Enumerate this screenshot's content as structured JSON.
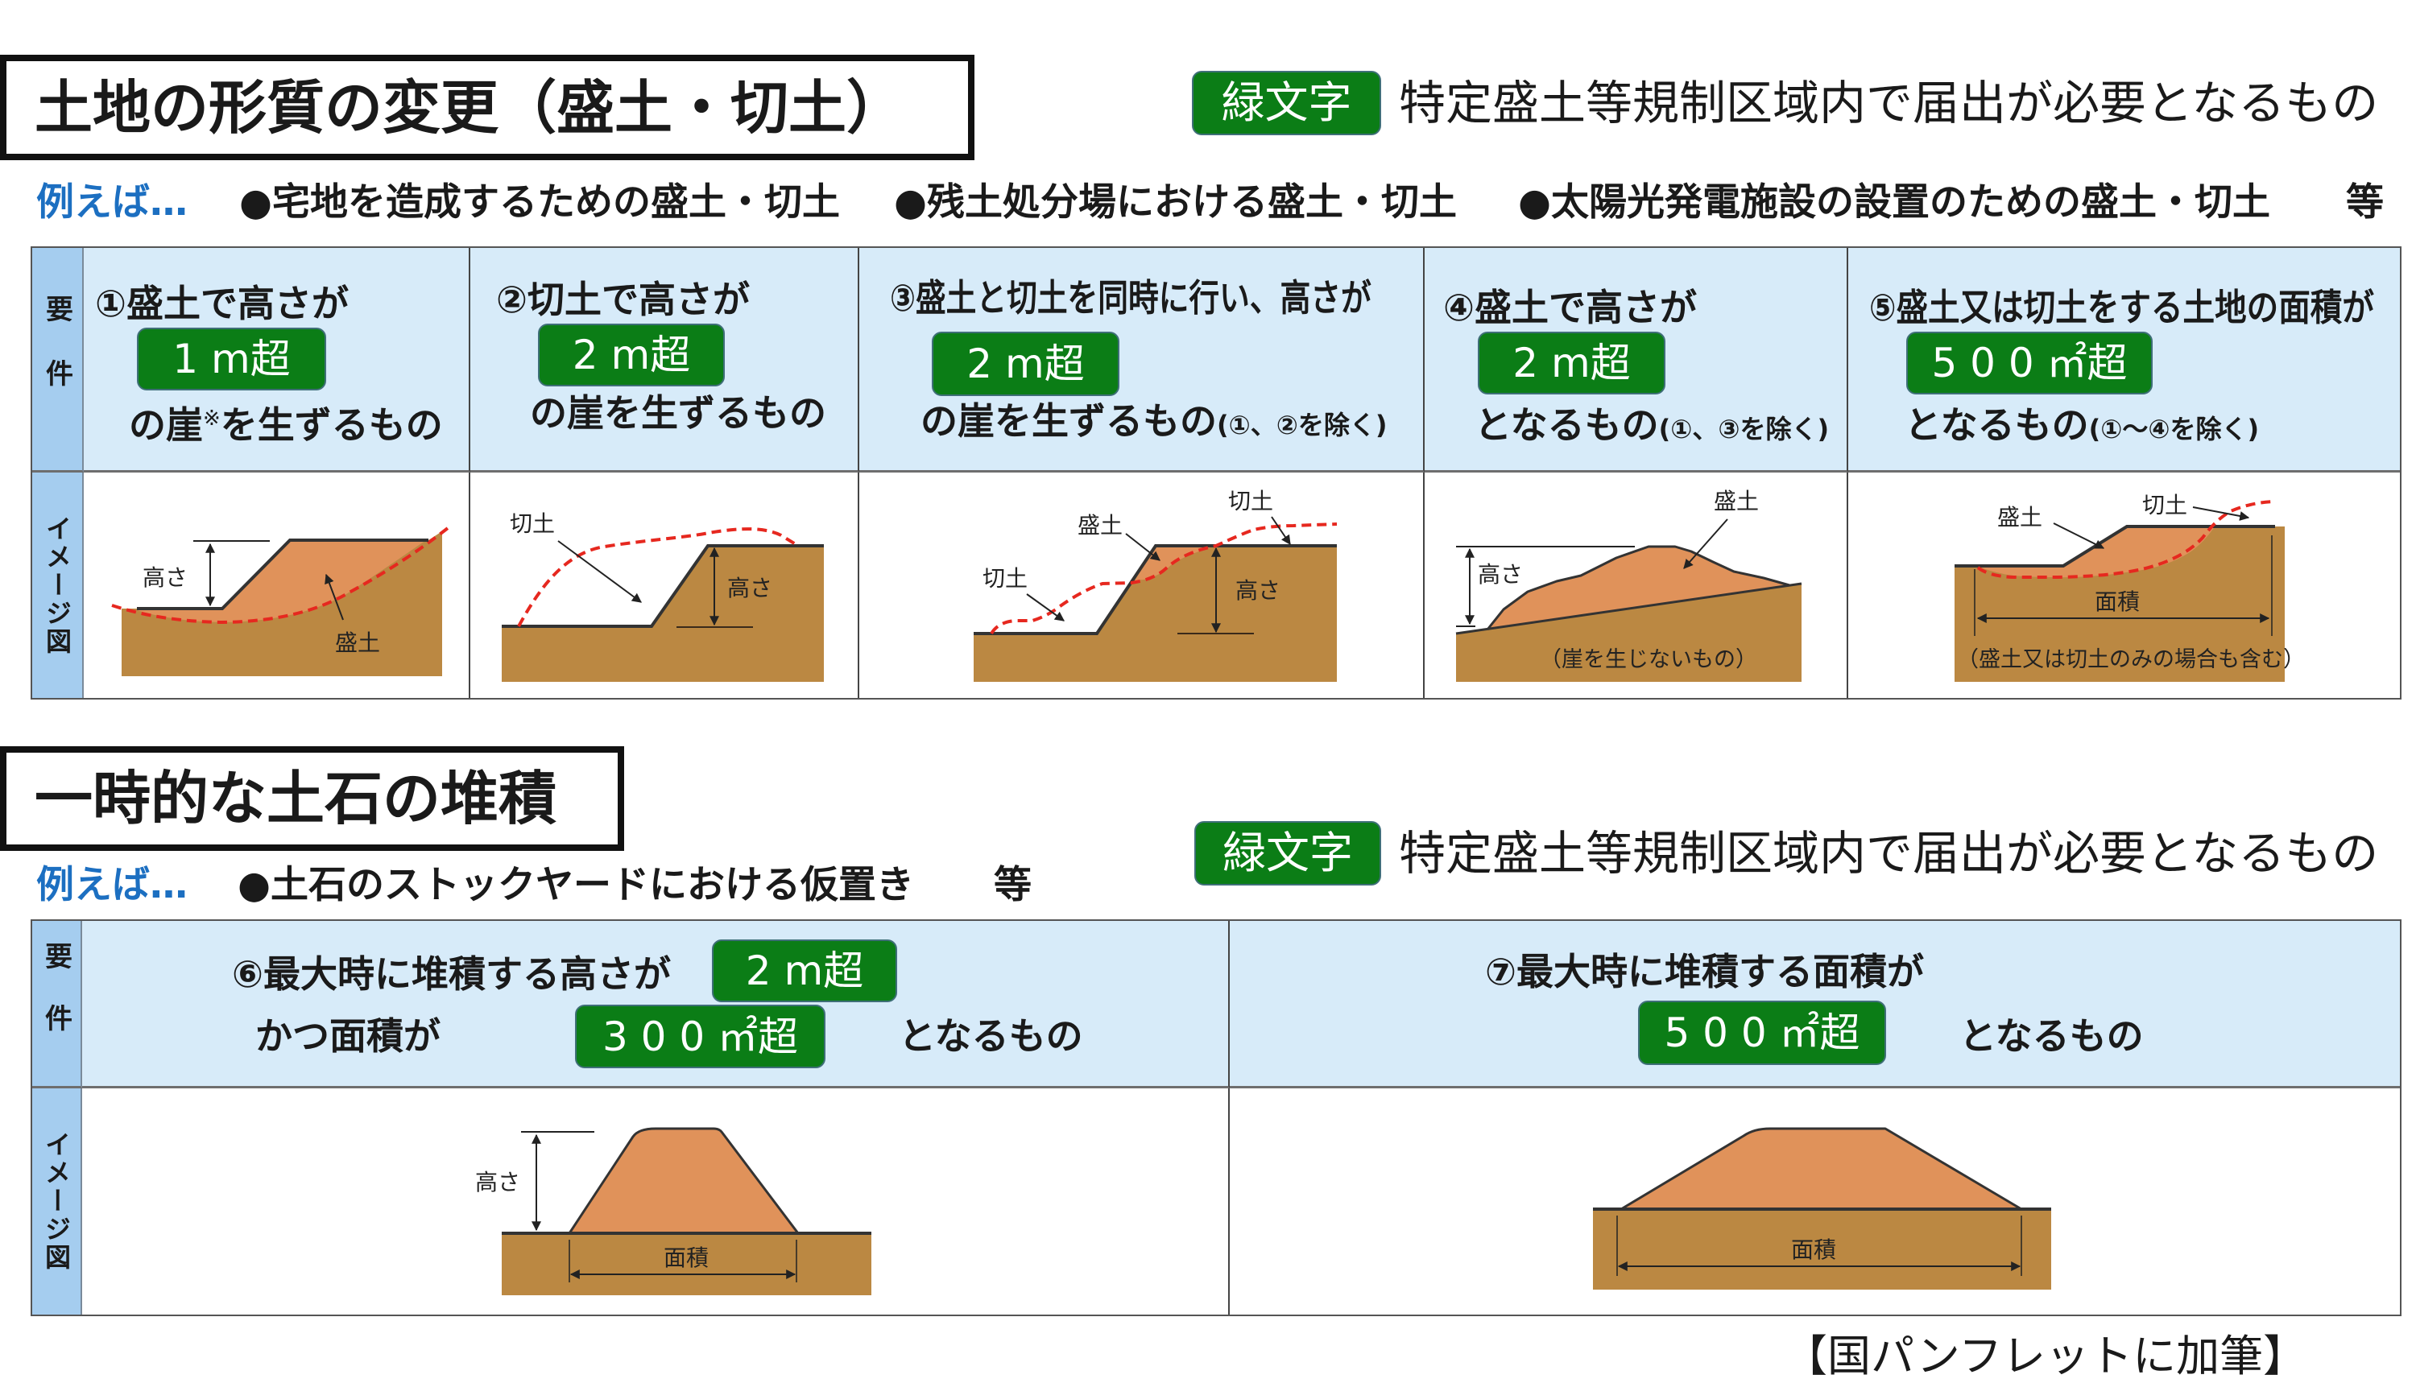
{
  "colors": {
    "badge_green": "#0b7d16",
    "badge_border": "#3f6f78",
    "example_label_blue": "#1c6fc1",
    "header_bg": "#d7ebf9",
    "label_column_bg": "#a5cdef",
    "soil_brown": "#bb8842",
    "fill_orange": "#e0925a",
    "boundary_red": "#e6281f"
  },
  "section1": {
    "title": "土地の形質の変更（盛土・切土）",
    "legend": {
      "badge": "緑文字",
      "text": "特定盛土等規制区域内で届出が必要となるもの"
    },
    "examples": {
      "label": "例えば…",
      "items": [
        "●宅地を造成するための盛土・切土",
        "●残土処分場における盛土・切土",
        "●太陽光発電施設の設置のための盛土・切土"
      ],
      "suffix": "等"
    },
    "table": {
      "requirement_label": "要件",
      "image_label": "イメージ図",
      "columns": [
        {
          "line1": "①盛土で高さが",
          "badge": "1 m超",
          "line3": "の崖",
          "mark": "※",
          "line3_rest": "を生ずるもの"
        },
        {
          "line1": "②切土で高さが",
          "badge": "2 m超",
          "line3": "の崖を生ずるもの"
        },
        {
          "line1": "③盛土と切土を同時に行い、高さが",
          "badge": "2 m超",
          "line3": "の崖を生ずるもの",
          "note": "(①、②を除く)"
        },
        {
          "line1": "④盛土で高さが",
          "badge": "2 m超",
          "line3": "となるもの",
          "note": "(①、③を除く)"
        },
        {
          "line1": "⑤盛土又は切土をする土地の面積が",
          "badge": "5 0 0 ㎡超",
          "line3": "となるもの",
          "note": "(①〜④を除く)"
        }
      ],
      "diagrams": [
        {
          "height": "高さ",
          "fill": "盛土"
        },
        {
          "cut": "切土",
          "height": "高さ"
        },
        {
          "fill": "盛土",
          "cut_upper": "切土",
          "cut_lower": "切土",
          "height": "高さ"
        },
        {
          "height": "高さ",
          "fill": "盛土",
          "note": "（崖を生じないもの）"
        },
        {
          "fill": "盛土",
          "cut": "切土",
          "area": "面積",
          "note": "（盛土又は切土のみの場合も含む）"
        }
      ]
    }
  },
  "section2": {
    "title": "一時的な土石の堆積",
    "legend": {
      "badge": "緑文字",
      "text": "特定盛土等規制区域内で届出が必要となるもの"
    },
    "examples": {
      "label": "例えば…",
      "items": [
        "●土石のストックヤードにおける仮置き"
      ],
      "suffix": "等"
    },
    "table": {
      "requirement_label": "要件",
      "image_label": "イメージ図",
      "columns": [
        {
          "line1": "⑥最大時に堆積する高さが",
          "badge1": "2 m超",
          "line2": "かつ面積が",
          "badge2": "3 0 0 ㎡超",
          "line2_end": "となるもの"
        },
        {
          "line1": "⑦最大時に堆積する面積が",
          "badge": "5 0 0 ㎡超",
          "line2_end": "となるもの"
        }
      ],
      "diagrams": [
        {
          "height": "高さ",
          "area": "面積"
        },
        {
          "area": "面積"
        }
      ]
    }
  },
  "footer": {
    "source": "【国パンフレットに加筆】"
  }
}
